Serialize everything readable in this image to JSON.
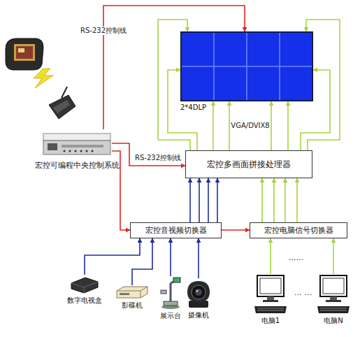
{
  "diagram": {
    "nodes": [
      {
        "text": [
          "宏控可编程中央控制系统"
        ]
      },
      {
        "text": [
          "2*4DLP"
        ]
      },
      {
        "text": [
          "宏控多画面拼接处理器"
        ]
      },
      {
        "text": [
          "宏控音视频切换器"
        ]
      },
      {
        "text": [
          "宏控电脑信号切换器"
        ]
      },
      {
        "text": [
          "数字电视盒"
        ]
      },
      {
        "text": [
          "影碟机"
        ]
      },
      {
        "text": [
          "展示台"
        ]
      },
      {
        "text": [
          "摄像机"
        ]
      },
      {
        "text": [
          "电脑1"
        ]
      },
      {
        "text": [
          "电脑N"
        ]
      }
    ],
    "edges": [
      {
        "from": 0,
        "to": 1,
        "arrow": "to",
        "label": "RS-232控制线"
      },
      {
        "from": 0,
        "to": 2,
        "arrow": "to",
        "label": "RS-232控制线"
      },
      {
        "from": 0,
        "to": 3,
        "arrow": "to"
      },
      {
        "from": 3,
        "to": 4,
        "arrow": "to"
      },
      {
        "from": 2,
        "to": 1,
        "arrow": "to"
      },
      {
        "from": 2,
        "to": 1,
        "arrow": "to"
      },
      {
        "from": 2,
        "to": 1,
        "arrow": "to"
      },
      {
        "from": 2,
        "to": 1,
        "arrow": "to"
      },
      {
        "from": 2,
        "to": 1,
        "arrow": "to"
      },
      {
        "from": 2,
        "to": 1,
        "arrow": "to"
      },
      {
        "from": 2,
        "to": 1,
        "arrow": "to"
      },
      {
        "from": 2,
        "to": 1,
        "arrow": "to"
      },
      {
        "from": 3,
        "to": 2,
        "arrow": "to"
      },
      {
        "from": 3,
        "to": 2,
        "arrow": "to"
      },
      {
        "from": 3,
        "to": 2,
        "arrow": "to"
      },
      {
        "from": 3,
        "to": 2,
        "arrow": "to"
      },
      {
        "from": 4,
        "to": 2,
        "arrow": "to"
      },
      {
        "from": 4,
        "to": 2,
        "arrow": "to"
      },
      {
        "from": 4,
        "to": 2,
        "arrow": "to"
      },
      {
        "from": 4,
        "to": 2,
        "arrow": "to"
      },
      {
        "from": 5,
        "to": 3,
        "arrow": "to"
      },
      {
        "from": 6,
        "to": 3,
        "arrow": "to"
      },
      {
        "from": 7,
        "to": 3,
        "arrow": "to"
      },
      {
        "from": 8,
        "to": 3,
        "arrow": "to"
      },
      {
        "from": 9,
        "to": 4,
        "arrow": "to"
      },
      {
        "from": 10,
        "to": 4,
        "arrow": "to"
      }
    ],
    "labels": [
      "VGA/DVIX8",
      "......",
      "… …"
    ]
  }
}
